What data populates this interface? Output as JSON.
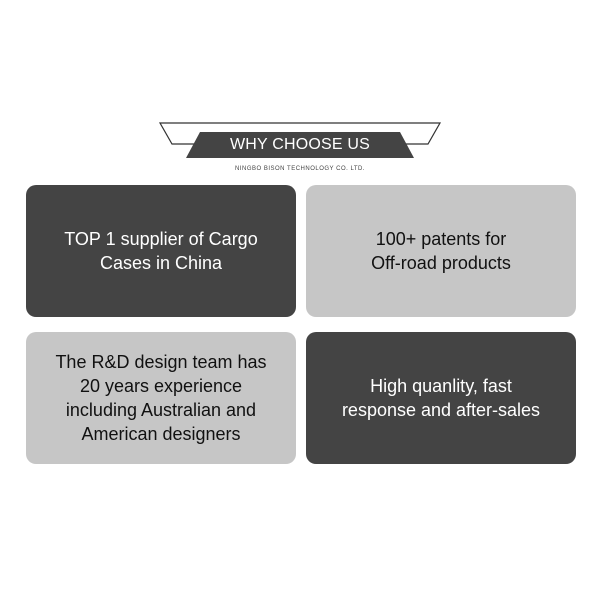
{
  "header": {
    "title": "WHY CHOOSE US",
    "subtitle": "NINGBO BISON TECHNOLOGY CO. LTD."
  },
  "colors": {
    "dark": "#444444",
    "light": "#c6c6c6",
    "outline": "#333333"
  },
  "cards": [
    {
      "text": "TOP 1 supplier of Cargo\nCases in China",
      "style": "dark"
    },
    {
      "text": "100+ patents for\nOff-road products",
      "style": "light"
    },
    {
      "text": "The R&D design team has\n20 years experience\nincluding Australian and\nAmerican designers",
      "style": "light"
    },
    {
      "text": "High quanlity, fast\nresponse and after-sales",
      "style": "dark"
    }
  ]
}
